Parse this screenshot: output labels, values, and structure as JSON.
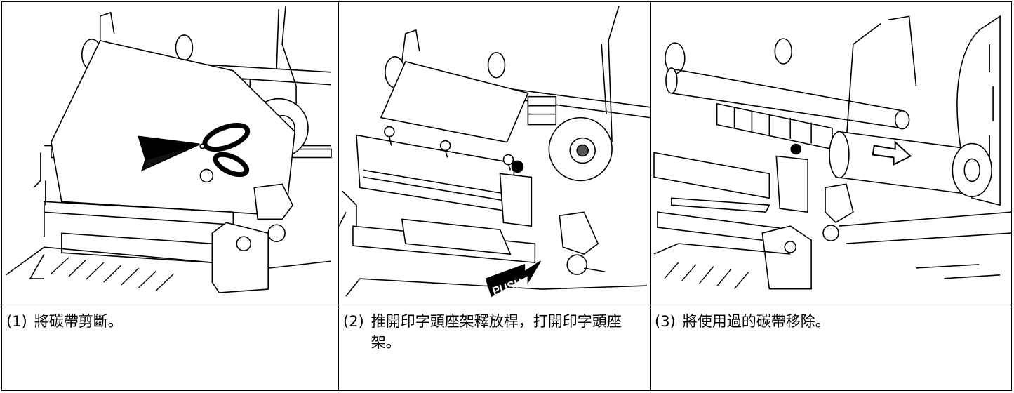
{
  "steps": [
    {
      "num": "(1)",
      "text": "將碳帶剪斷。",
      "illustration_icon": "scissors-cutting-ribbon"
    },
    {
      "num": "(2)",
      "text": "推開印字頭座架釋放桿，打開印字頭座架。",
      "illustration_icon": "push-release-lever",
      "push_label": "PUSH"
    },
    {
      "num": "(3)",
      "text": "將使用過的碳帶移除。",
      "illustration_icon": "remove-used-ribbon-arrow"
    }
  ]
}
